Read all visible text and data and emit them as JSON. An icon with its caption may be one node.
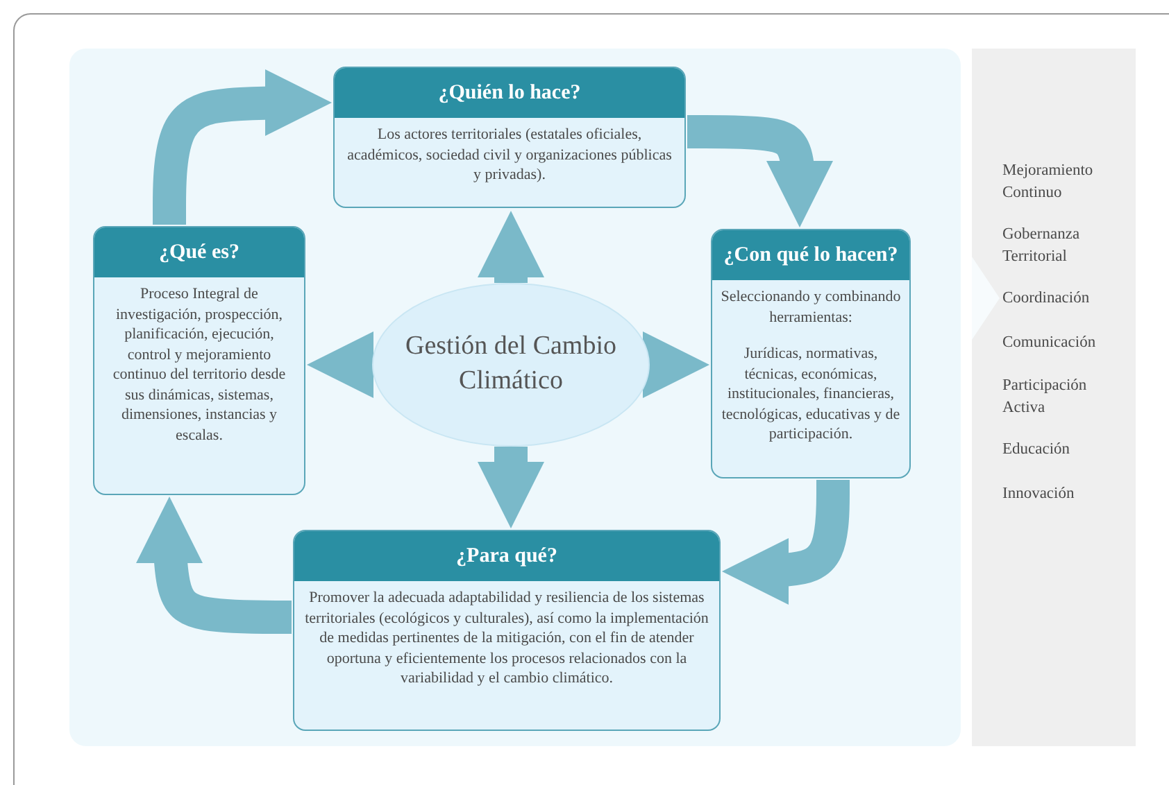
{
  "diagram": {
    "nodes": [
      {
        "text": [
          "Gestión del Cambio Climático"
        ]
      },
      {
        "text": [
          "¿Quién lo hace?",
          "Los actores territoriales (estatales oficiales, académicos, sociedad civil y organizaciones públicas y privadas)."
        ]
      },
      {
        "text": [
          "¿Con qué lo hacen?",
          "Seleccionando y combinando herramientas:",
          "Jurídicas, normativas, técnicas, económicas, institucionales, financieras, tecnológicas, educativas y de participación."
        ]
      },
      {
        "text": [
          "¿Para qué?",
          "Promover la adecuada adaptabilidad y resiliencia de los sistemas territoriales (ecológicos y culturales), así como la implementación de medidas pertinentes de la mitigación, con el fin de atender oportuna y eficientemente los procesos relacionados con la variabilidad y el cambio climático."
        ]
      },
      {
        "text": [
          "¿Qué es?",
          "Proceso Integral de investigación, prospección, planificación, ejecución, control y mejoramiento continuo del territorio desde sus dinámicas, sistemas, dimensiones, instancias y escalas."
        ]
      }
    ],
    "edges": [
      {
        "from": 0,
        "to": 1,
        "arrow": "to"
      },
      {
        "from": 0,
        "to": 2,
        "arrow": "to"
      },
      {
        "from": 0,
        "to": 3,
        "arrow": "to"
      },
      {
        "from": 0,
        "to": 4,
        "arrow": "to"
      },
      {
        "from": 4,
        "to": 1,
        "arrow": "to"
      },
      {
        "from": 1,
        "to": 2,
        "arrow": "to"
      },
      {
        "from": 2,
        "to": 3,
        "arrow": "to"
      },
      {
        "from": 3,
        "to": 4,
        "arrow": "to"
      }
    ],
    "labels": [
      "Mejoramiento Continuo",
      "Gobernanza Territorial",
      "Coordinación",
      "Comunicación",
      "Participación Activa",
      "Educación",
      "Innovación"
    ]
  }
}
